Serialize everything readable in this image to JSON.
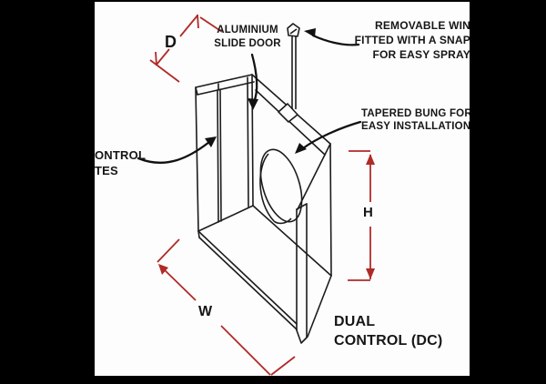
{
  "colors": {
    "background": "#000000",
    "paper": "#fdfdfd",
    "line": "#1c1c1c",
    "dimension_red": "#b02a26"
  },
  "diagram": {
    "title": {
      "lines": [
        "DUAL",
        "CONTROL (DC)"
      ]
    },
    "callouts": {
      "slide_door": {
        "lines": [
          "ALUMINIUM",
          "SLIDE DOOR"
        ]
      },
      "removable_window": {
        "lines": [
          "REMOVABLE WIN",
          "FITTED WITH A SNAP",
          "FOR EASY SPRAY"
        ]
      },
      "tapered_bung": {
        "lines": [
          "TAPERED BUNG FOR",
          "EASY INSTALLATION"
        ]
      },
      "control_gates": {
        "lines": [
          "ONTROL",
          "TES"
        ]
      }
    },
    "dimensions": {
      "depth": "D",
      "height": "H",
      "width": "W"
    }
  }
}
